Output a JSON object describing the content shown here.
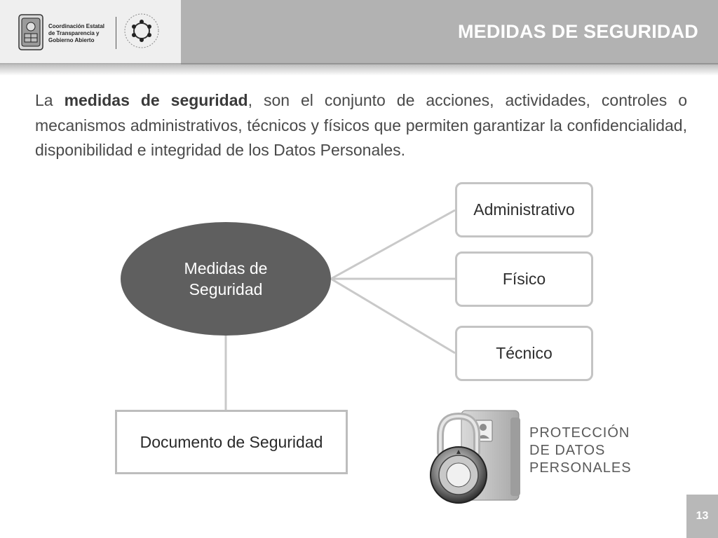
{
  "header": {
    "title": "MEDIDAS DE SEGURIDAD",
    "org_lines": [
      "Coordinación Estatal",
      "de Transparencia y",
      "Gobierno Abierto"
    ]
  },
  "intro": {
    "prefix": "La ",
    "bold": "medidas de seguridad",
    "rest": ", son el conjunto de acciones, actividades, controles o mecanismos administrativos, técnicos y físicos que permiten garantizar la confidencialidad, disponibilidad e integridad de los Datos Personales."
  },
  "diagram": {
    "center_line1": "Medidas de",
    "center_line2": "Seguridad",
    "branches": [
      "Administrativo",
      "Físico",
      "Técnico"
    ],
    "document": "Documento de Seguridad"
  },
  "protection": {
    "lines": [
      "PROTECCIÓN",
      "DE DATOS",
      "PERSONALES"
    ]
  },
  "page": {
    "number": "13"
  },
  "colors": {
    "title_bar": "#b2b2b2",
    "ellipse": "#5f5f5f",
    "box_border": "#c4c4c4",
    "connector": "#c9c9c9"
  }
}
